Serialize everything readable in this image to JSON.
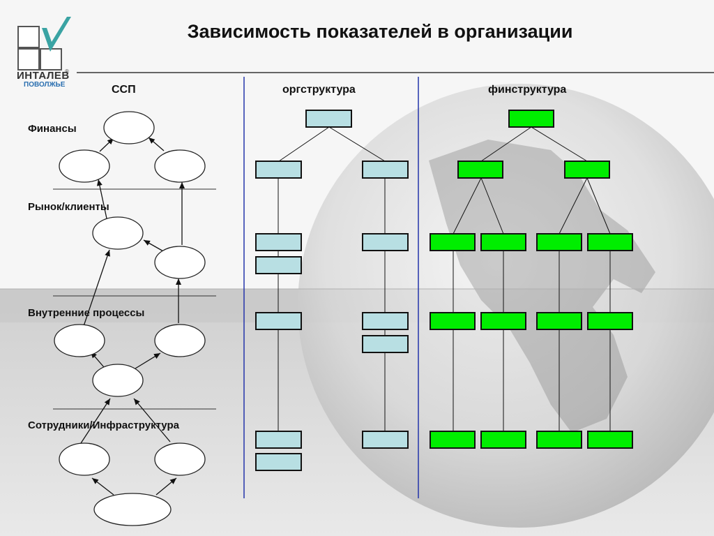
{
  "slide": {
    "title": "Зависимость показателей в организации",
    "logo": {
      "name": "ИНТАЛЕВ",
      "registered_mark": "®",
      "region": "ПОВОЛЖЬЕ"
    }
  },
  "columns": {
    "ssp": "ССП",
    "org": "оргструктура",
    "fin": "финструктура"
  },
  "perspectives": [
    "Финансы",
    "Рынок/клиенты",
    "Внутренние процессы",
    "Сотрудники/Инфраструктура"
  ],
  "colors": {
    "org_box": "#b8dfe3",
    "fin_box": "#00ee00",
    "divider": "#2233aa",
    "ink": "#111111"
  }
}
